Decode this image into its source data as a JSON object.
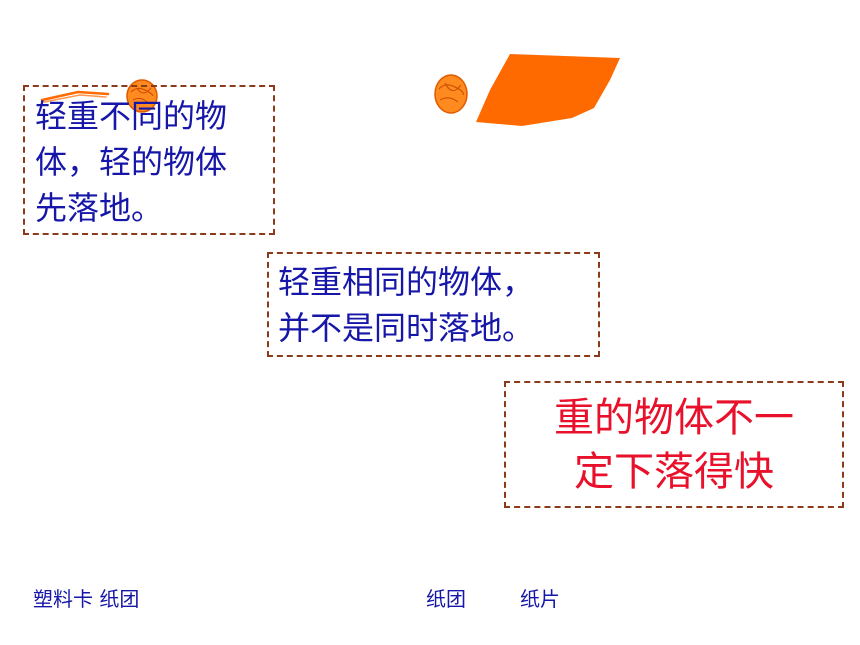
{
  "boxes": {
    "different_weight": "轻重不同的物\n体，轻的物体\n先落地。",
    "same_weight": "轻重相同的物体，\n并不是同时落地。",
    "conclusion": "重的物体不一\n定下落得快"
  },
  "captions": {
    "plastic_and_paper_ball": "塑料卡  纸团",
    "paper_ball": "纸团",
    "paper_sheet": "纸片"
  },
  "colors": {
    "statement_text": "#1616A8",
    "conclusion_text": "#E8102A",
    "dashed_border": "#8B3A1A",
    "paper_orange": "#FF6A00"
  },
  "icons": {
    "small_ball": "crumpled-paper-ball",
    "card": "plastic-card",
    "sheet": "paper-sheet"
  }
}
